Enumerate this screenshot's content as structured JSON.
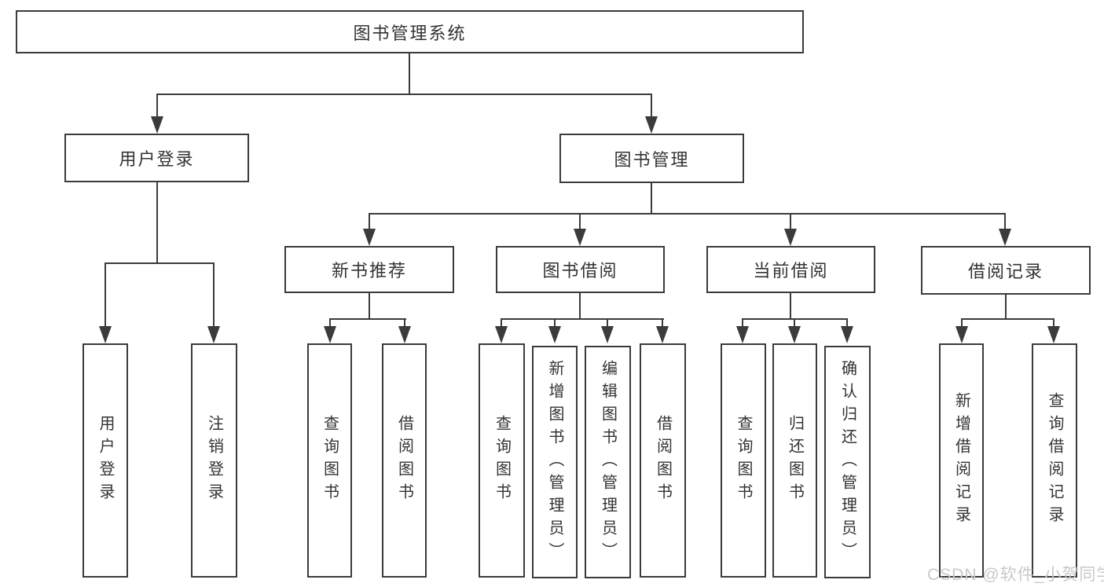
{
  "diagram": {
    "title": "图书管理系统",
    "level2": [
      {
        "label": "用户登录",
        "children": [
          {
            "label": "用户登录"
          },
          {
            "label": "注销登录"
          }
        ]
      },
      {
        "label": "图书管理",
        "children": [
          {
            "label": "新书推荐",
            "children": [
              {
                "label": "查询图书"
              },
              {
                "label": "借阅图书"
              }
            ]
          },
          {
            "label": "图书借阅",
            "children": [
              {
                "label": "查询图书"
              },
              {
                "label": "新增图书（管理员）"
              },
              {
                "label": "编辑图书（管理员）"
              },
              {
                "label": "借阅图书"
              }
            ]
          },
          {
            "label": "当前借阅",
            "children": [
              {
                "label": "查询图书"
              },
              {
                "label": "归还图书"
              },
              {
                "label": "确认归还（管理员）"
              }
            ]
          },
          {
            "label": "借阅记录",
            "children": [
              {
                "label": "新增借阅记录"
              },
              {
                "label": "查询借阅记录"
              }
            ]
          }
        ]
      }
    ]
  },
  "watermark": {
    "text": "CSDN @软件_小贺同学",
    "color": "#c9c9c9"
  },
  "colors": {
    "line": "#3b3b3b",
    "text": "#333333",
    "background": "#ffffff"
  }
}
